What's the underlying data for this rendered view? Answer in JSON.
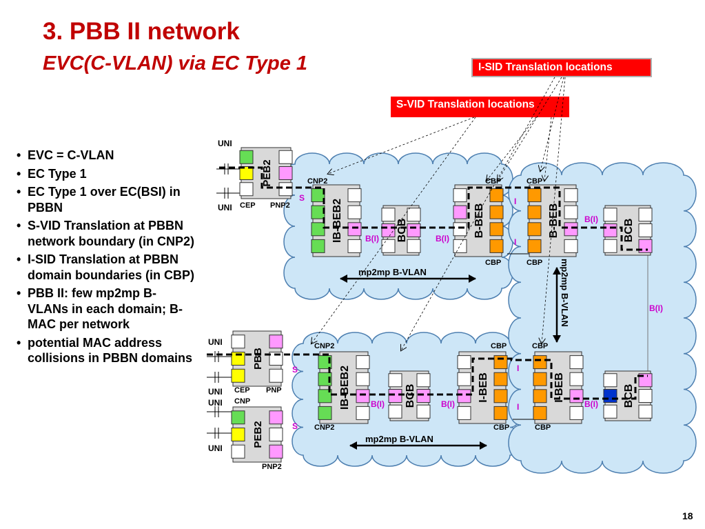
{
  "title": "3. PBB II network",
  "subtitle": "EVC(C-VLAN) via EC Type 1",
  "bullets": [
    "EVC = C-VLAN",
    "EC Type 1",
    "EC Type 1 over EC(BSI) in PBBN",
    "S-VID Translation at PBBN network boundary (in CNP2)",
    "I-SID Translation at PBBN domain boundaries (in CBP)",
    "PBB II: few mp2mp B-VLANs in each domain; B-MAC per network",
    "potential MAC address collisions in PBBN domains"
  ],
  "callouts": {
    "isid": "I-SID Translation locations",
    "svid": "S-VID Translation locations"
  },
  "labels": {
    "uni": "UNI",
    "cep": "CEP",
    "pnp": "PNP",
    "pnp2": "PNP2",
    "cnp": "CNP",
    "cnp2": "CNP2",
    "cbp": "CBP",
    "s": "S",
    "i": "I",
    "bi": "B(I)",
    "mp2mp": "mp2mp B-VLAN"
  },
  "nodes": {
    "peb2": "PEB2",
    "pbb": "PBB",
    "ibbeb2": "IB-BEB2",
    "bcb": "BCB",
    "bbeb": "B-BEB",
    "ibeb": "I-BEB"
  },
  "page_number": "18",
  "colors": {
    "title": "#c00000",
    "callout_bg": "#ff0000",
    "cloud_fill": "#cde6f7",
    "cloud_stroke": "#4d7fb0",
    "port_green": "#66dd55",
    "port_yellow": "#ffff00",
    "port_pink": "#ff99ff",
    "port_orange": "#ff9900",
    "port_blue": "#0033cc",
    "label_magenta": "#cc00cc",
    "node_fill": "#d9d9d9"
  }
}
